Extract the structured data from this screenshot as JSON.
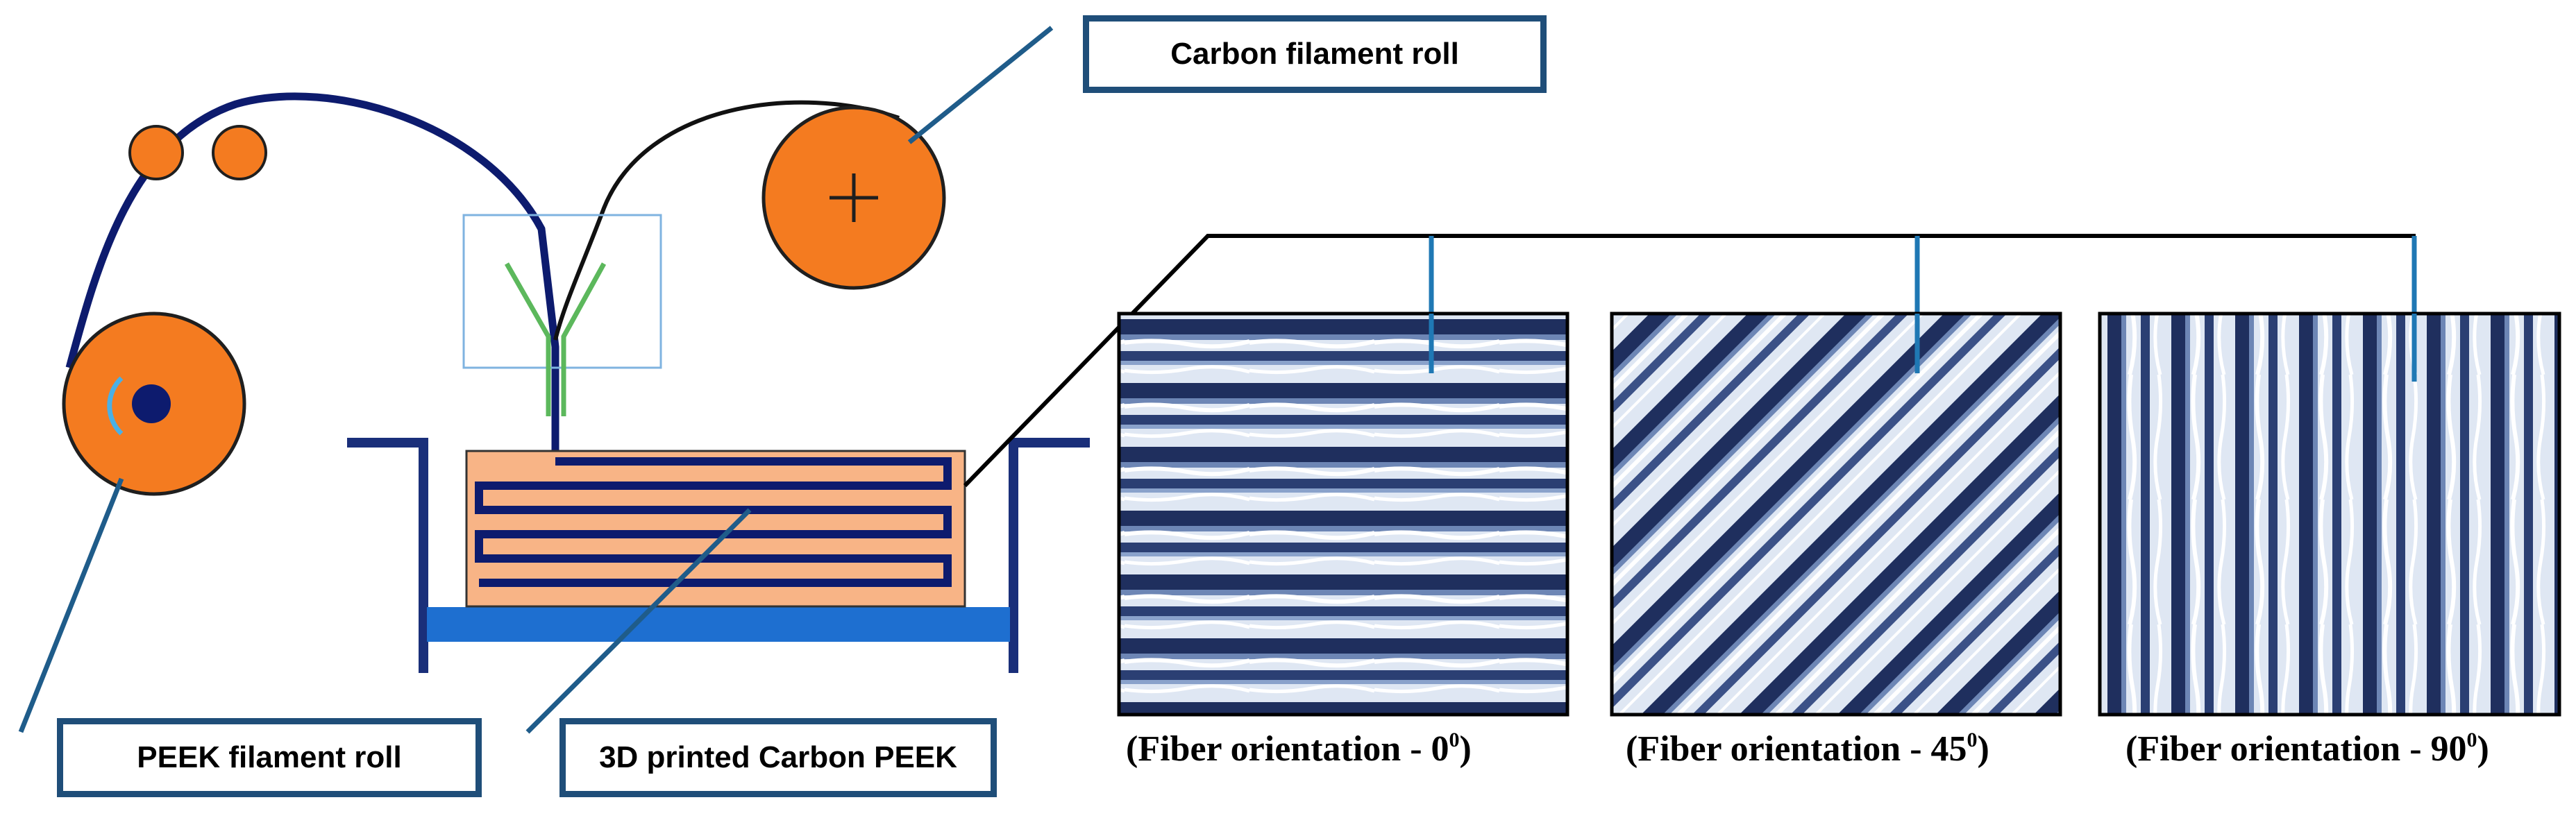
{
  "labels": {
    "carbon_roll": "Carbon filament roll",
    "peek_roll": "PEEK filament roll",
    "printed_part": "3D printed Carbon PEEK"
  },
  "micrographs": [
    {
      "caption_prefix": "(Fiber orientation - ",
      "angle": "0",
      "degree": "0",
      "caption_suffix": ")",
      "orientation_deg": 0
    },
    {
      "caption_prefix": "(Fiber orientation - ",
      "angle": "45",
      "degree": "0",
      "caption_suffix": ")",
      "orientation_deg": 45
    },
    {
      "caption_prefix": "(Fiber orientation - ",
      "angle": "90",
      "degree": "0",
      "caption_suffix": ")",
      "orientation_deg": 90
    }
  ],
  "colors": {
    "roll_fill": "#f47b20",
    "roll_stroke": "#1f1f1f",
    "filament_peek": "#0d1b6e",
    "filament_carbon": "#111111",
    "nozzle": "#5cb85c",
    "nozzle_box": "#7fb3e0",
    "bed": "#1e6fd0",
    "tray": "#1a2f7a",
    "part_fill": "#f8b486",
    "leader": "#1f5c8a",
    "micro_dark": "#1c2b55",
    "micro_light": "#e8eef8"
  }
}
